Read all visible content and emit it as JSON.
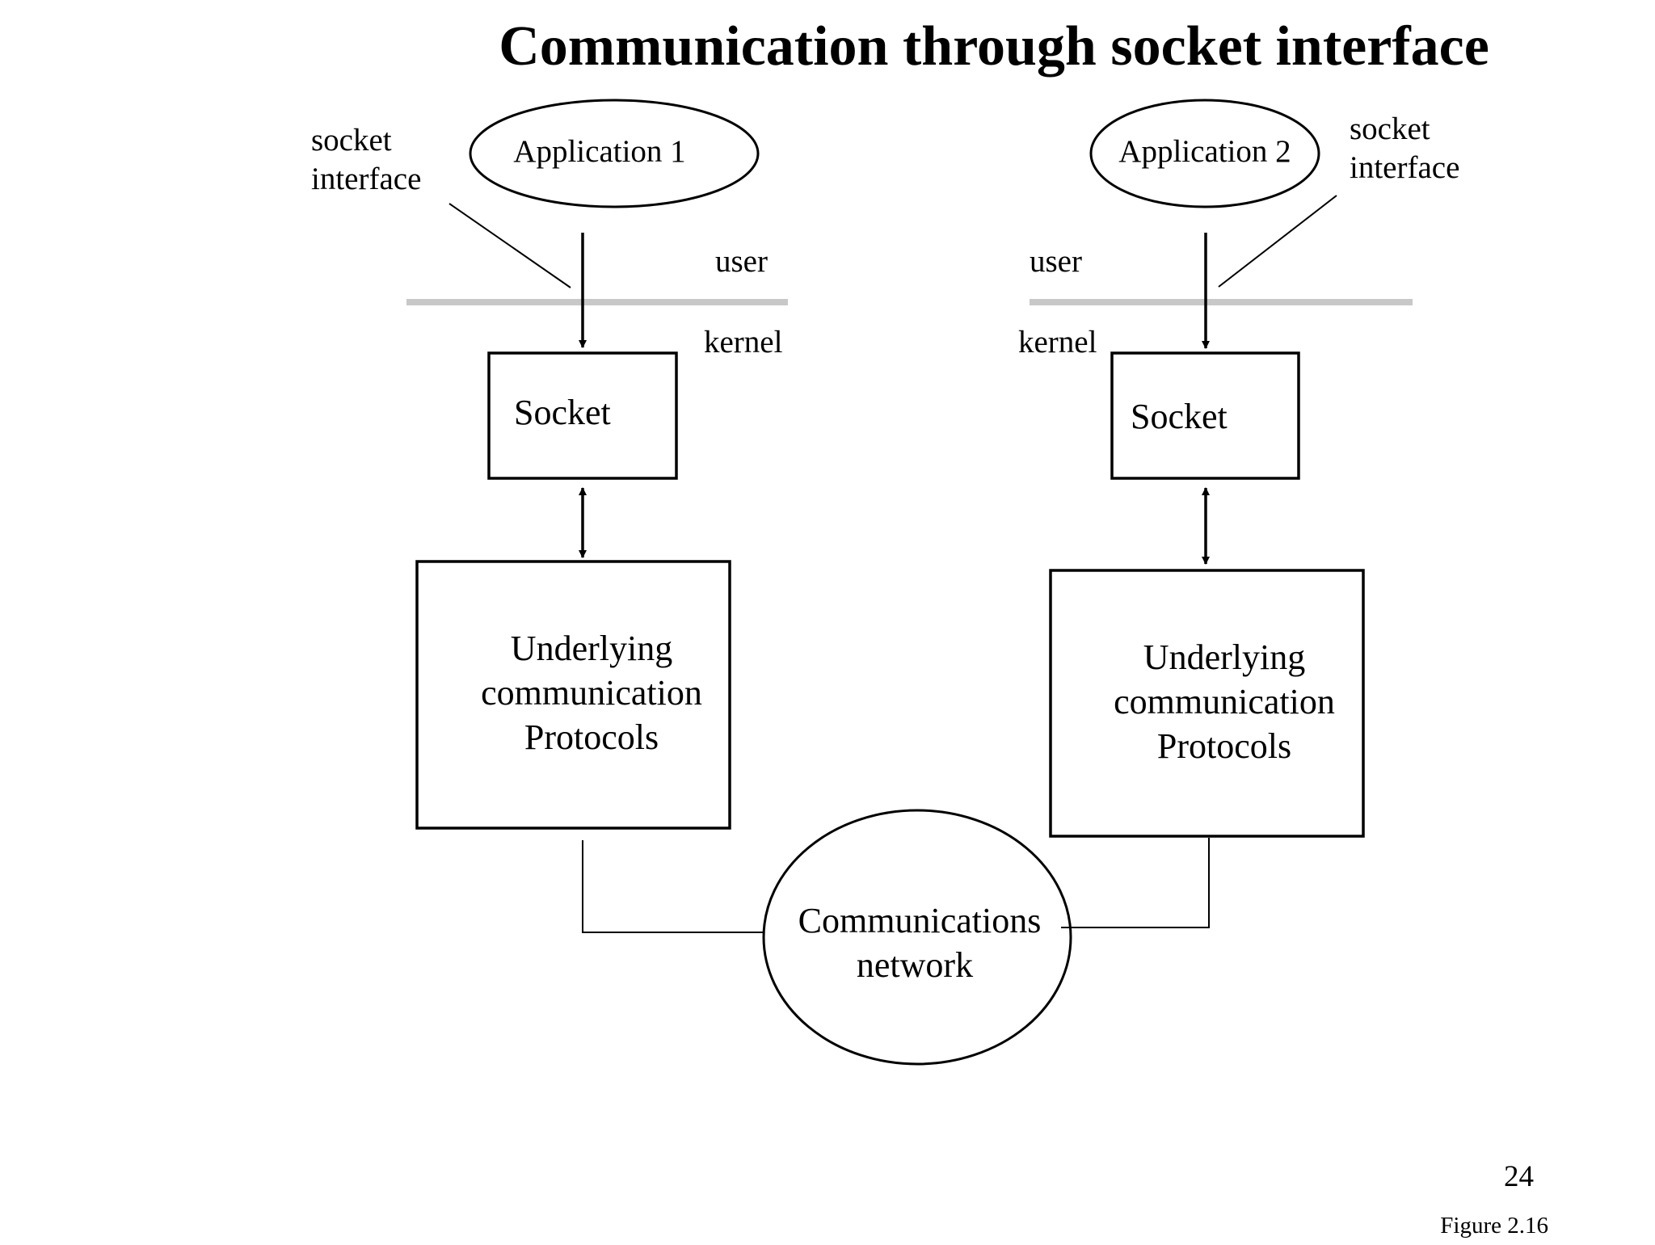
{
  "title": "Communication through socket interface",
  "left": {
    "side_label_line1": "socket",
    "side_label_line2": "interface",
    "app_label": "Application 1",
    "user_label": "user",
    "kernel_label": "kernel",
    "socket_label": "Socket",
    "proto_line1": "Underlying",
    "proto_line2": "communication",
    "proto_line3": "Protocols"
  },
  "right": {
    "side_label_line1": "socket",
    "side_label_line2": "interface",
    "app_label": "Application 2",
    "user_label": "user",
    "kernel_label": "kernel",
    "socket_label": "Socket",
    "proto_line1": "Underlying",
    "proto_line2": "communication",
    "proto_line3": "Protocols"
  },
  "network": {
    "line1": "Communications",
    "line2": "network"
  },
  "page_number": "24",
  "figure_label": "Figure 2.16",
  "colors": {
    "boundary_line": "#c8c8c8",
    "ink": "#000000"
  }
}
